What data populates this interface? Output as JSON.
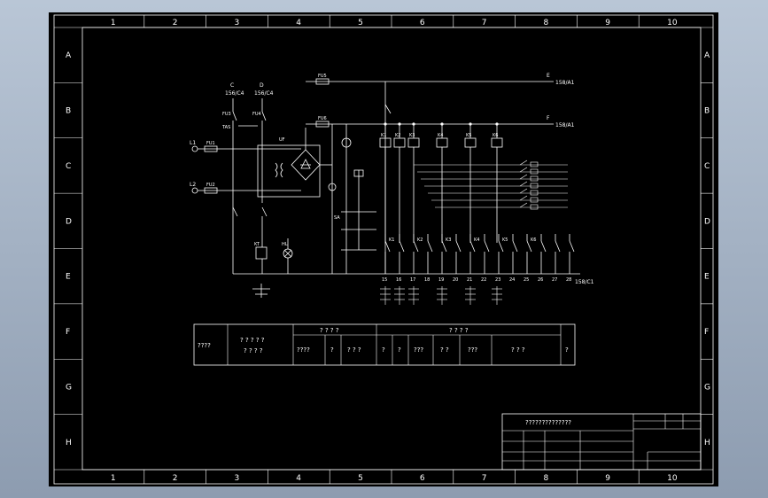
{
  "colors": {
    "background": "#000000",
    "lines": "#ffffff",
    "window": "#9aa8bb"
  },
  "frame": {
    "columns": [
      "1",
      "2",
      "3",
      "4",
      "5",
      "6",
      "7",
      "8",
      "9",
      "10"
    ],
    "rows": [
      "A",
      "B",
      "C",
      "D",
      "E",
      "F",
      "G",
      "H"
    ]
  },
  "circuit": {
    "bus_e": "E",
    "bus_e_ref": "158/A1",
    "bus_f": "F",
    "bus_f_ref": "158/A1",
    "bus_bottom_ref": "158/C1",
    "fu1": "FU1",
    "fu2": "FU2",
    "fu3": "FU3",
    "fu4": "FU4",
    "fu5": "FU5",
    "fu6": "FU6",
    "l1": "L1",
    "l2": "L2",
    "c_label": "C",
    "c_ref": "156/C4",
    "d_label": "D",
    "d_ref": "156/C4",
    "tas": "TAS",
    "uf": "UF",
    "kt": "KT",
    "hl": "HL",
    "sa": "SA",
    "relays": [
      "K1",
      "K2",
      "K3",
      "K4",
      "K5",
      "K6"
    ],
    "contacts": [
      "K1",
      "K2",
      "K3",
      "K4",
      "K5",
      "K6"
    ],
    "terminals": [
      "15",
      "16",
      "17",
      "18",
      "19",
      "20",
      "21",
      "22",
      "23",
      "24",
      "25",
      "26",
      "27",
      "28"
    ]
  },
  "table": {
    "c1": "????",
    "c2a": "? ? ? ? ?",
    "c2b": "? ? ? ?",
    "g1": "? ? ? ?",
    "g1a": "????",
    "g1b": "?",
    "g1c": "? ? ?",
    "g2": "? ? ? ?",
    "g2a": "?",
    "g2b": "?",
    "g2c": "???",
    "g2d": "? ?",
    "g2e": "???",
    "g2f": "? ? ?",
    "c_last": "?"
  },
  "title_block": {
    "title": "??????????????"
  }
}
